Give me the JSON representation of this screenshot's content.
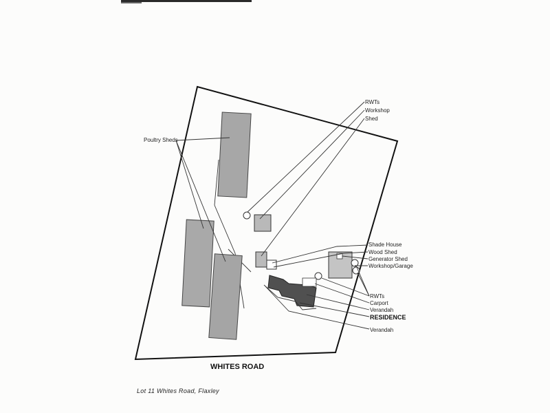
{
  "labels": {
    "poultry_sheds": "Poultry Sheds",
    "rwts_top": "RWTs",
    "workshop": "Workshop",
    "shed": "Shed",
    "shade_house": "Shade House",
    "wood_shed": "Wood Shed",
    "generator_shed": "Generator Shed",
    "workshop_garage": "Workshop/Garage",
    "rwts_bottom": "RWTs",
    "carport": "Carport",
    "verandah_1": "Verandah",
    "residence": "RESIDENCE",
    "verandah_2": "Verandah",
    "road": "WHITES ROAD"
  },
  "caption": "Lot 11 Whites Road, Flaxley"
}
